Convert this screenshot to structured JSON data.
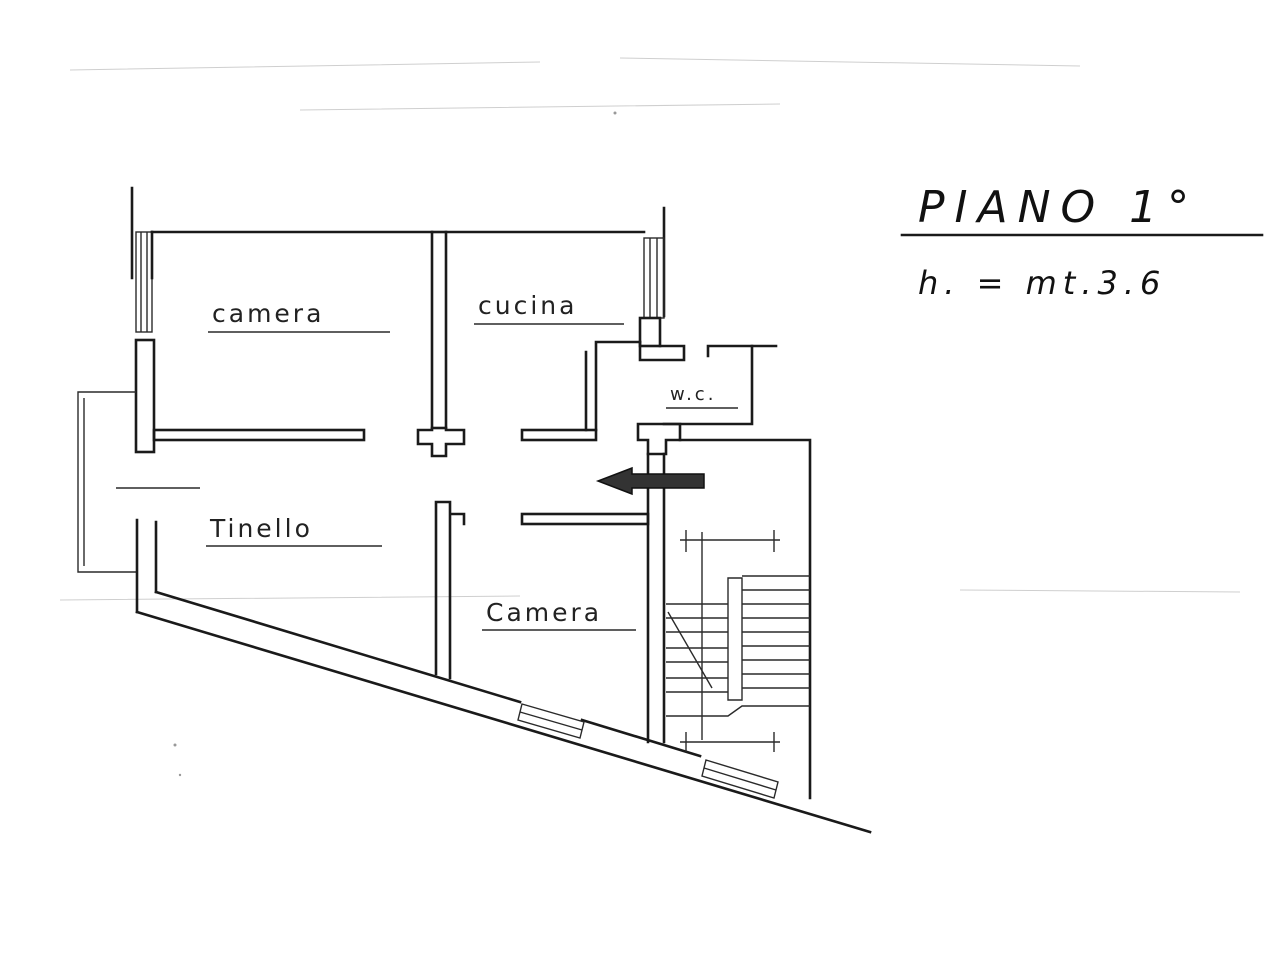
{
  "header": {
    "floor_label": "PIANO 1°",
    "height_label": "h. = mt.3.6"
  },
  "rooms": {
    "camera_top": "camera",
    "cucina": "cucina",
    "wc": "w.c.",
    "tinello": "Tinello",
    "camera_bottom": "Camera"
  },
  "icons": {
    "entrance": "entrance-arrow-icon",
    "stairs": "staircase-icon"
  }
}
